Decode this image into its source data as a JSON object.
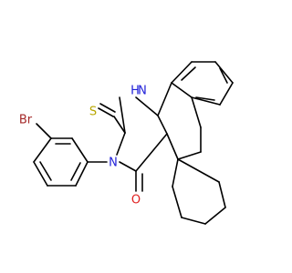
{
  "atom_labels": {
    "bromine": "Br",
    "sulfur": "S",
    "amine": "H",
    "amine_n": "N",
    "nitrogen": "N",
    "oxygen": "O"
  },
  "colors": {
    "bond": "#000000",
    "bromine": "#a52a2a",
    "sulfur": "#b8a600",
    "nitrogen": "#1f1fd8",
    "oxygen": "#e02020"
  }
}
